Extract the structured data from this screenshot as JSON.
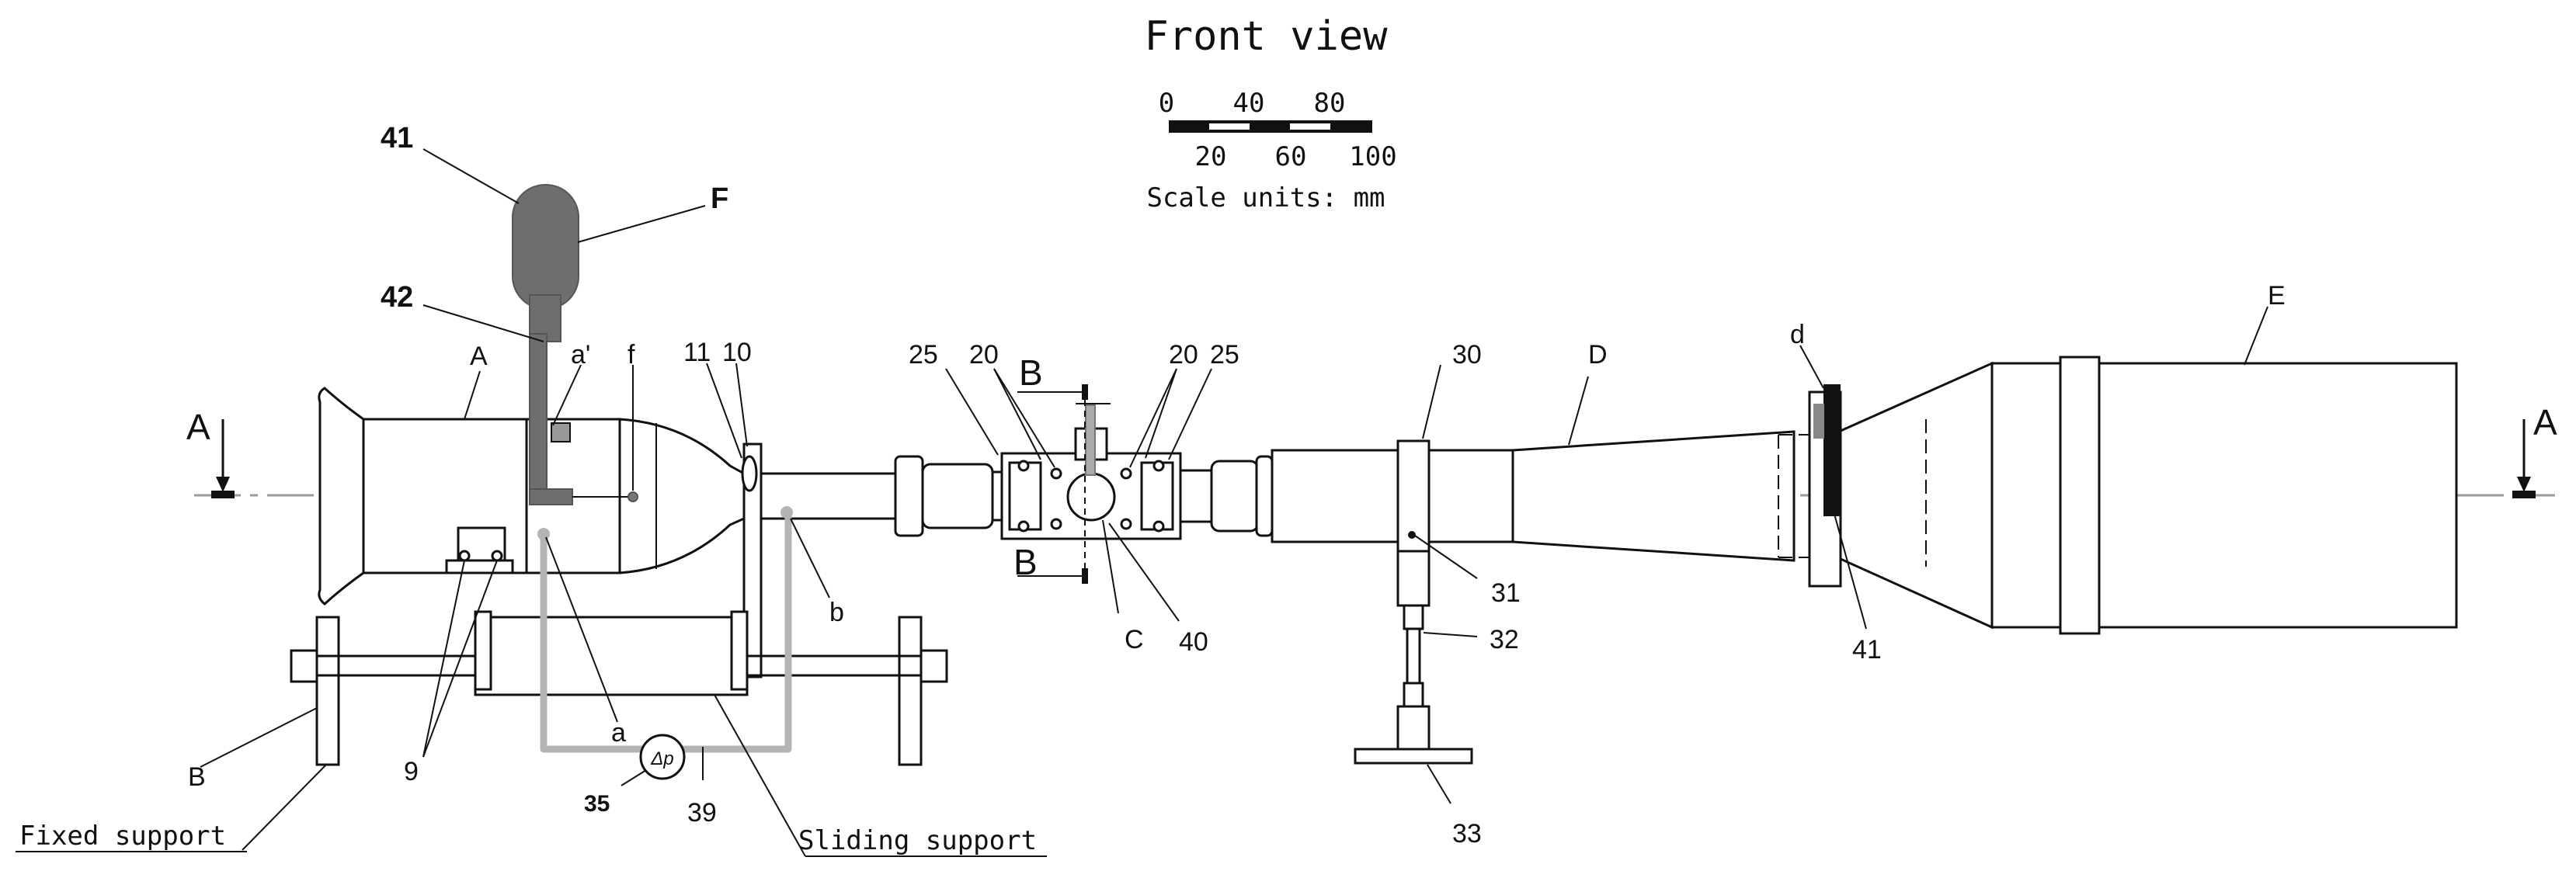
{
  "title": "Front view",
  "scale": {
    "top_ticks": [
      "0",
      "40",
      "80"
    ],
    "bottom_ticks": [
      "20",
      "60",
      "100"
    ],
    "units_text": "Scale units: mm"
  },
  "section_marks": {
    "a_left": "A",
    "a_right": "A",
    "b_top": "B",
    "b_bottom": "B"
  },
  "labels": {
    "n41_top": "41",
    "F": "F",
    "n42": "42",
    "A_part": "A",
    "a_prime": "a'",
    "f": "f",
    "n11": "11",
    "n10": "10",
    "b": "b",
    "a": "a",
    "n9": "9",
    "B_part": "B",
    "n35": "35",
    "dp": "Δp",
    "n39": "39",
    "n25_left": "25",
    "n20_left": "20",
    "n20_right": "20",
    "n25_right": "25",
    "C": "C",
    "n40": "40",
    "n30": "30",
    "D": "D",
    "n31": "31",
    "n32": "32",
    "n33": "33",
    "d": "d",
    "E": "E",
    "n41_bottom": "41"
  },
  "supports": {
    "fixed": "Fixed support",
    "sliding": "Sliding support"
  },
  "colors": {
    "line": "#111111",
    "centerline": "#9a9a9a",
    "pressure_tube": "#b4b4b4",
    "probe": "#6e6e6e"
  }
}
